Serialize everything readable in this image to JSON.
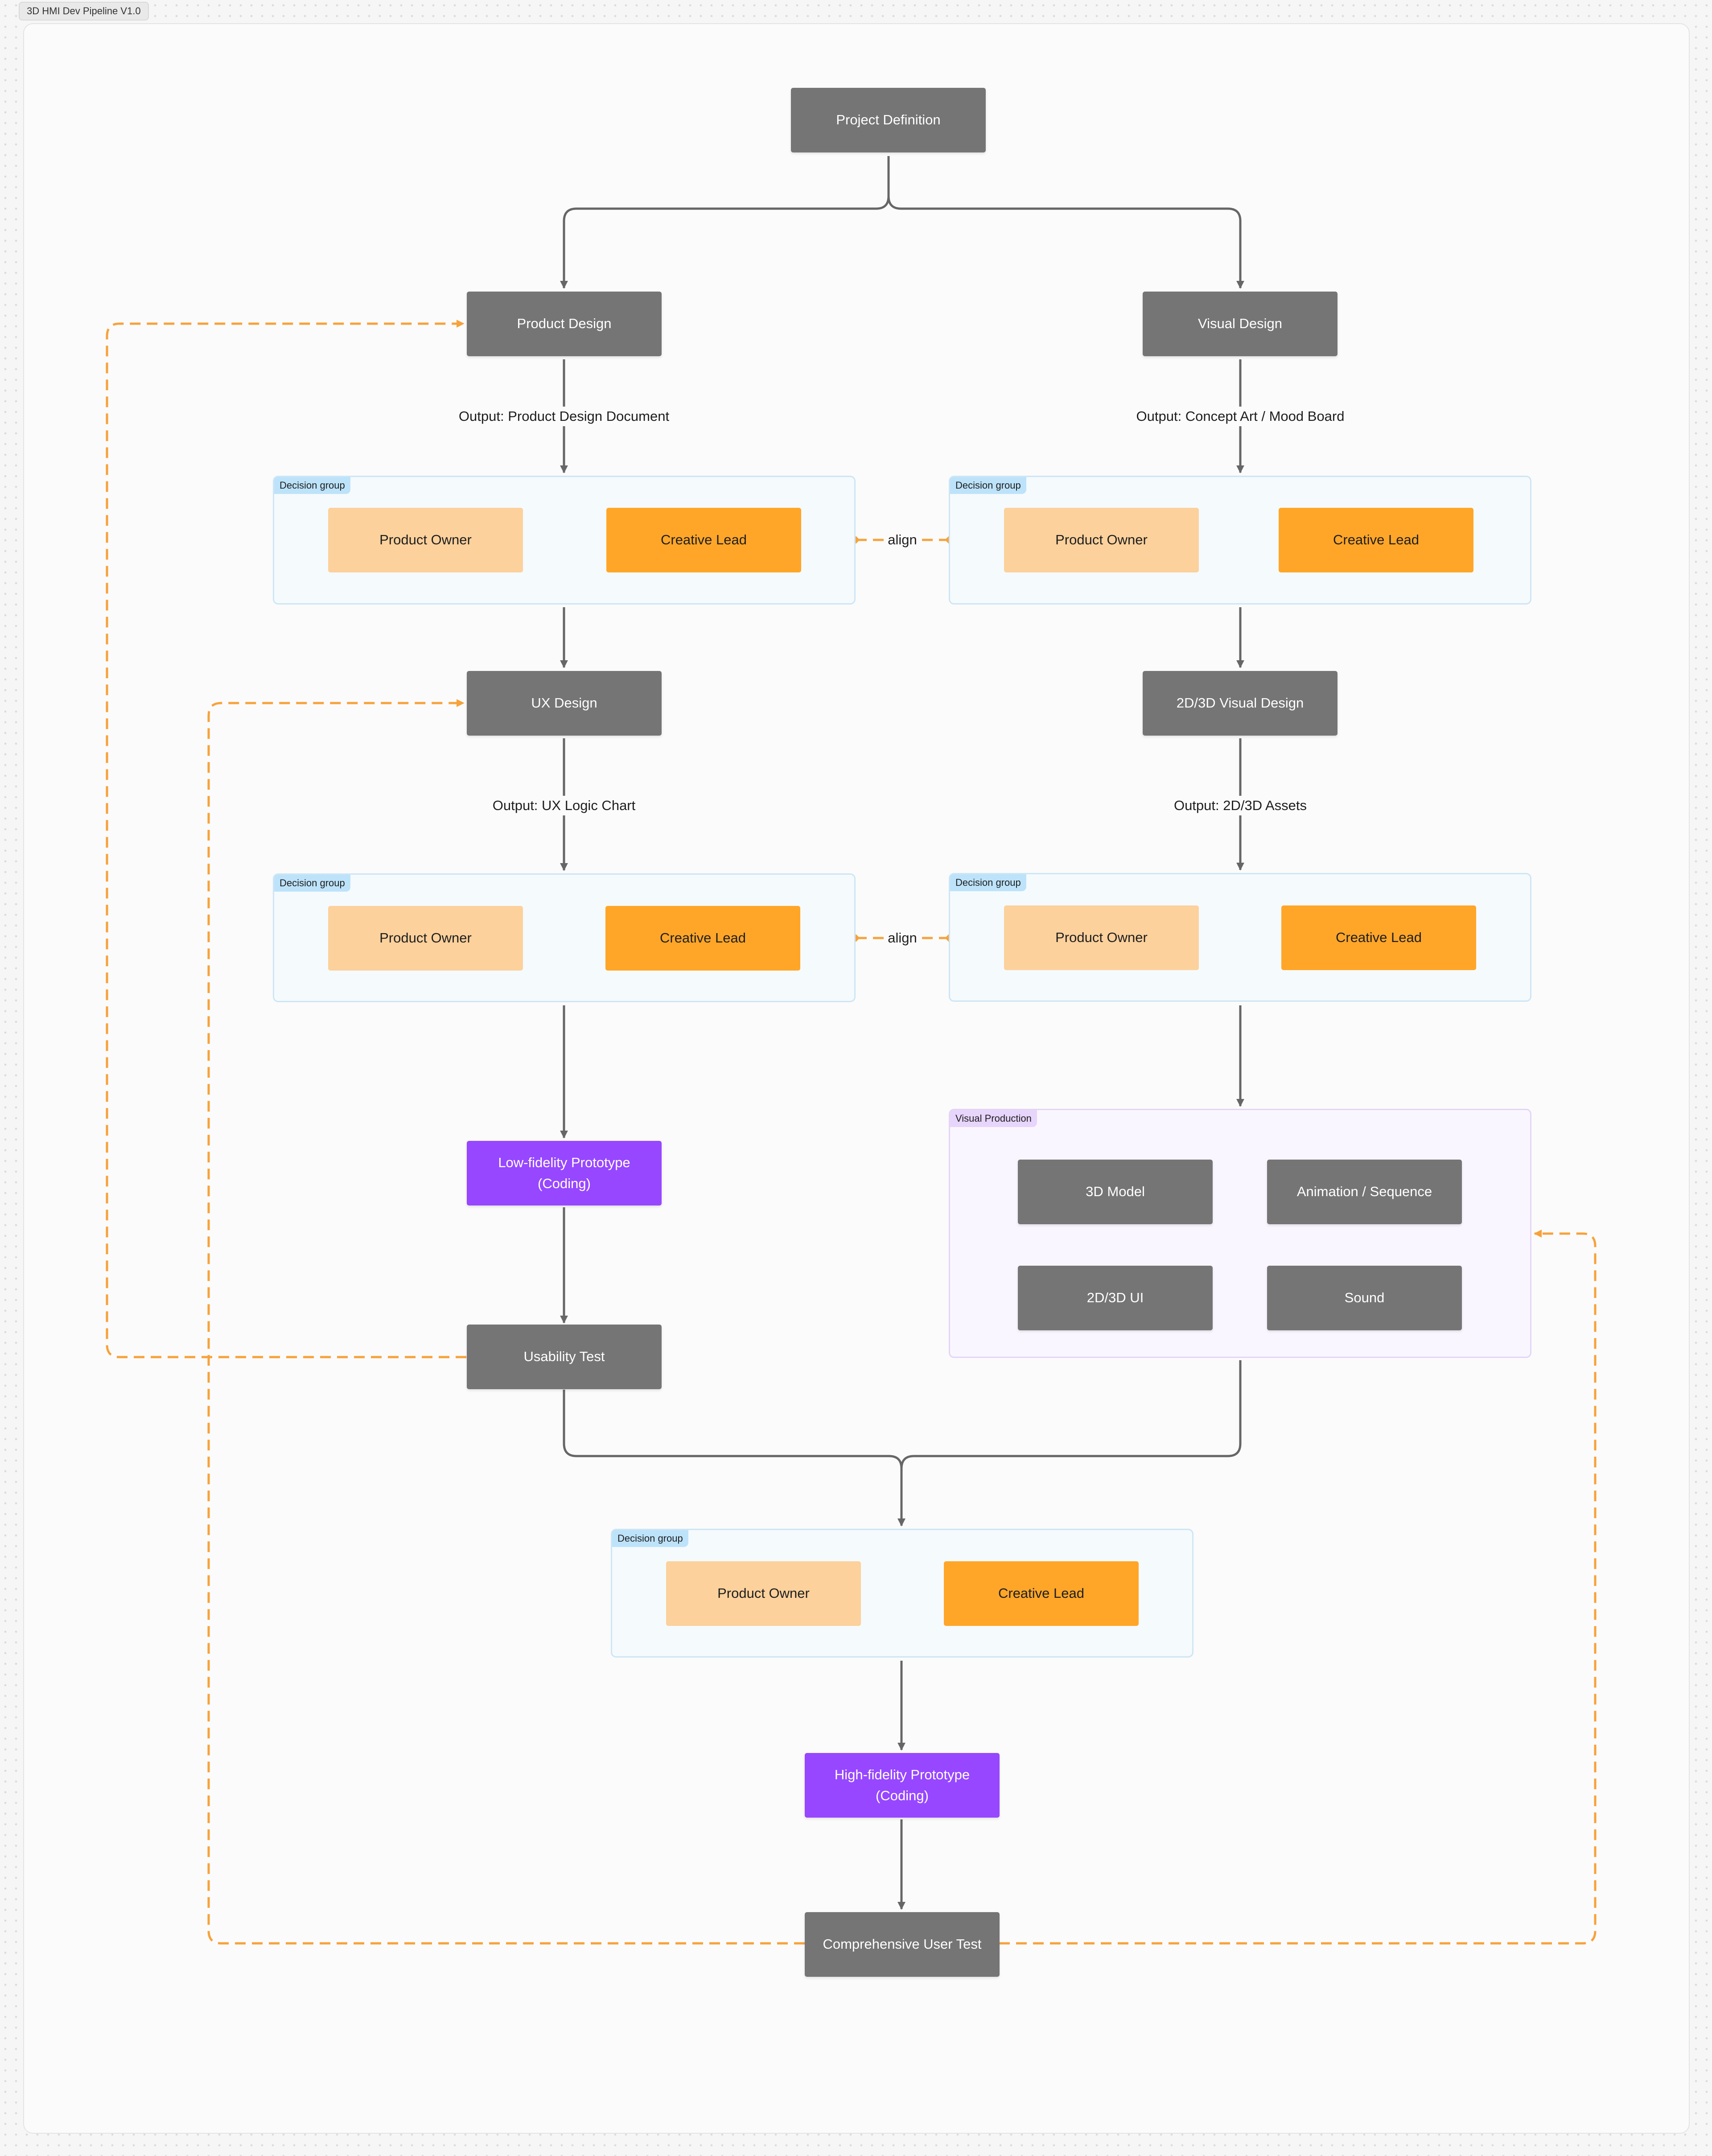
{
  "frame": {
    "title": "3D HMI Dev Pipeline V1.0"
  },
  "nodes": {
    "project_definition": "Project Definition",
    "product_design": "Product Design",
    "visual_design": "Visual Design",
    "ux_design": "UX Design",
    "visual_design_2d3d": "2D/3D Visual Design",
    "lofi_prototype": "Low-fidelity Prototype\n(Coding)",
    "usability_test": "Usability Test",
    "hifi_prototype": "High-fidelity Prototype\n(Coding)",
    "comprehensive_test": "Comprehensive User Test"
  },
  "outputs": {
    "product_design_doc": "Output: Product Design Document",
    "concept_art": "Output: Concept Art / Mood Board",
    "ux_logic_chart": "Output: UX Logic Chart",
    "assets_2d3d": "Output: 2D/3D Assets"
  },
  "decision_groups": [
    {
      "tag": "Decision group",
      "owner": "Product Owner",
      "lead": "Creative Lead"
    },
    {
      "tag": "Decision group",
      "owner": "Product Owner",
      "lead": "Creative Lead"
    },
    {
      "tag": "Decision group",
      "owner": "Product Owner",
      "lead": "Creative Lead"
    },
    {
      "tag": "Decision group",
      "owner": "Product Owner",
      "lead": "Creative Lead"
    },
    {
      "tag": "Decision group",
      "owner": "Product Owner",
      "lead": "Creative Lead"
    }
  ],
  "align_labels": [
    "align",
    "align"
  ],
  "visual_production": {
    "tag": "Visual Production",
    "items": [
      "3D Model",
      "Animation / Sequence",
      "2D/3D UI",
      "Sound"
    ]
  },
  "colors": {
    "step_node": "#757575",
    "prototype_node": "#9747ff",
    "product_owner": "#fcd19c",
    "creative_lead": "#ffa629",
    "feedback_loop": "#f7a23b",
    "connector": "#666666"
  }
}
